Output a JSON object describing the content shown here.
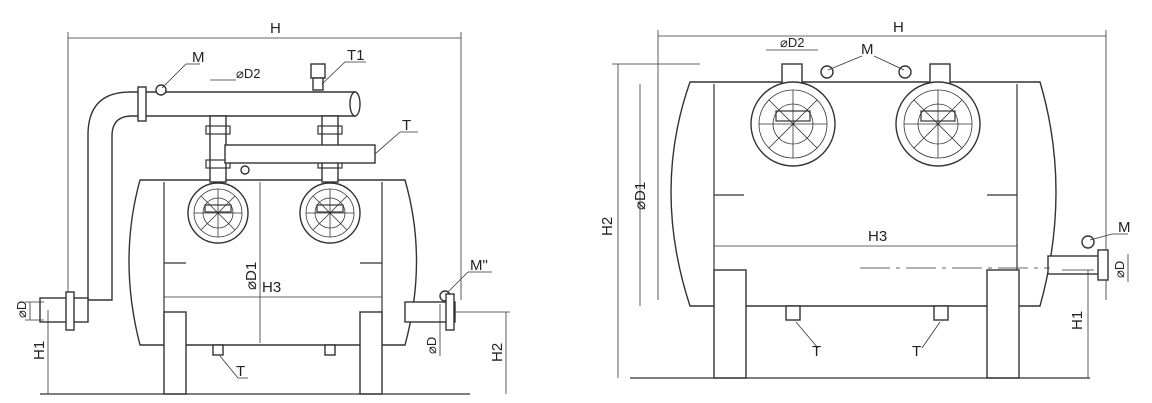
{
  "left_view": {
    "labels": {
      "H": "H",
      "M": "M",
      "D2": "⌀D2",
      "T1": "T1",
      "T_top": "T",
      "D1": "⌀D1",
      "H3": "H3",
      "M2": "M\"",
      "D_left": "⌀D",
      "H1": "H1",
      "T_bottom": "T",
      "D_right": "⌀D",
      "H2": "H2"
    }
  },
  "right_view": {
    "labels": {
      "H": "H",
      "D2": "⌀D2",
      "M_top": "M",
      "D1": "⌀D1",
      "H2": "H2",
      "H3": "H3",
      "M_right": "M",
      "D": "⌀D",
      "H1": "H1",
      "T_left": "T",
      "T_right": "T"
    }
  }
}
